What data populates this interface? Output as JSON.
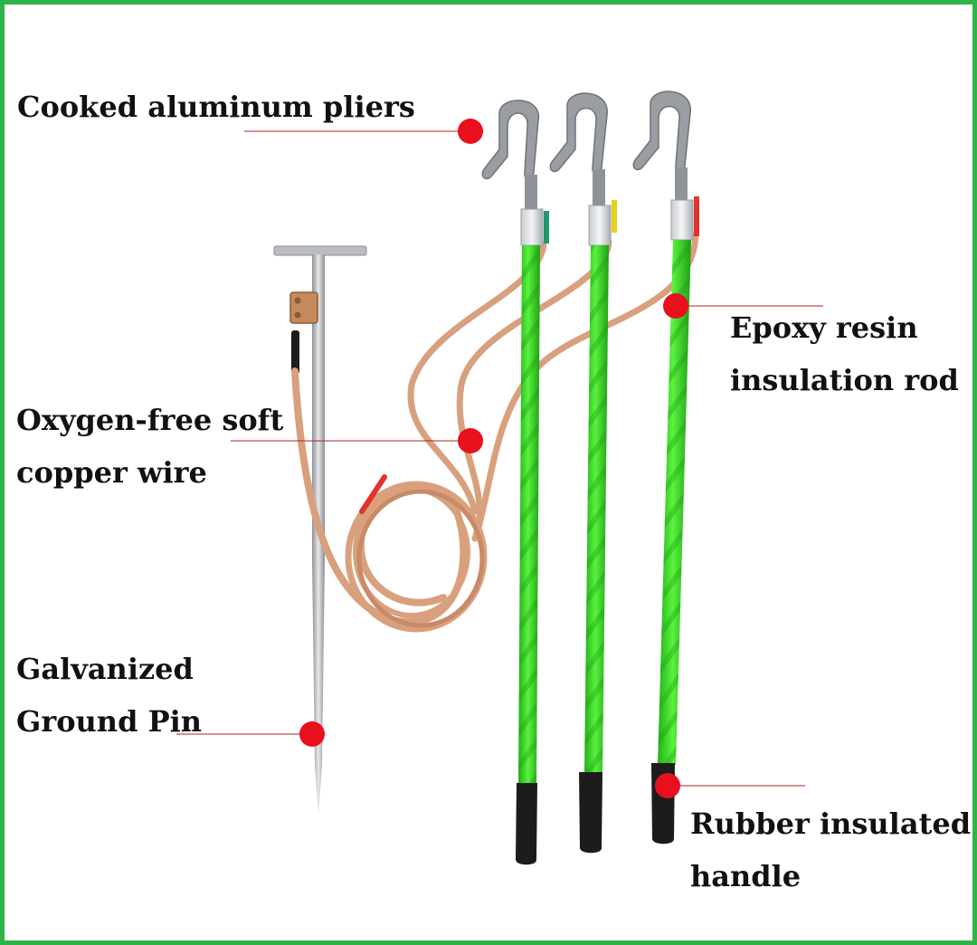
{
  "labels": {
    "pliers": [
      "Cooked aluminum pliers"
    ],
    "rod": [
      "Epoxy resin",
      "insulation rod"
    ],
    "wire": [
      "Oxygen-free soft",
      "copper wire"
    ],
    "pin": [
      "Galvanized",
      "Ground Pin"
    ],
    "handle": [
      "Rubber insulated",
      "handle"
    ]
  },
  "colors": {
    "frame": "#2fb44a",
    "rod_green": "#3fe02a",
    "marker_red": "#e8101c",
    "leader_line": "#b0202a",
    "copper": "#d9a07e",
    "handle_black": "#1c1c1c",
    "clamp_gray": "#9a9ea3",
    "tape": [
      "#1f9a6a",
      "#e6d21a",
      "#e2322a"
    ]
  }
}
